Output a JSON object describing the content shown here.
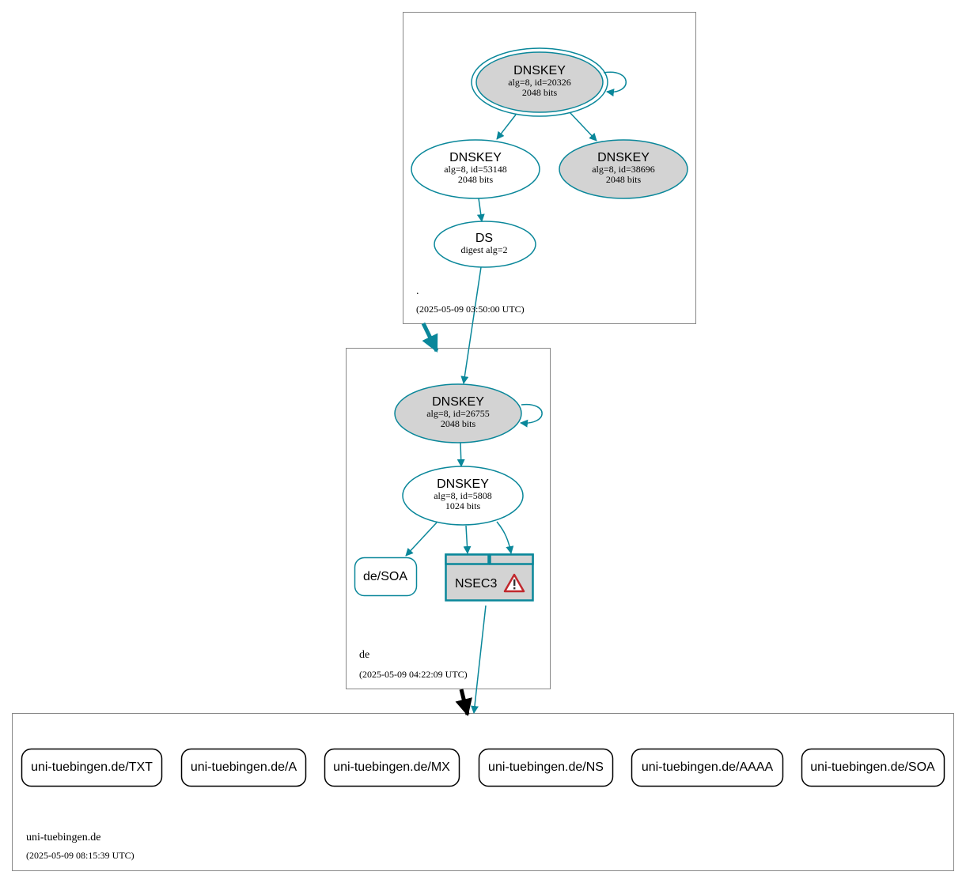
{
  "colors": {
    "edge": "#0a879a",
    "fill_gray": "#d3d3d3",
    "zone_border": "#888888",
    "black": "#000000",
    "warning_red": "#c0282d"
  },
  "zones": {
    "root": {
      "name": ".",
      "time": "(2025-05-09 03:50:00 UTC)"
    },
    "de": {
      "name": "de",
      "time": "(2025-05-09 04:22:09 UTC)"
    },
    "uni": {
      "name": "uni-tuebingen.de",
      "time": "(2025-05-09 08:15:39 UTC)"
    }
  },
  "nodes": {
    "root_ksk": {
      "title": "DNSKEY",
      "line1": "alg=8, id=20326",
      "line2": "2048 bits"
    },
    "root_zsk1": {
      "title": "DNSKEY",
      "line1": "alg=8, id=53148",
      "line2": "2048 bits"
    },
    "root_zsk2": {
      "title": "DNSKEY",
      "line1": "alg=8, id=38696",
      "line2": "2048 bits"
    },
    "root_ds": {
      "title": "DS",
      "line1": "digest alg=2"
    },
    "de_ksk": {
      "title": "DNSKEY",
      "line1": "alg=8, id=26755",
      "line2": "2048 bits"
    },
    "de_zsk": {
      "title": "DNSKEY",
      "line1": "alg=8, id=5808",
      "line2": "1024 bits"
    },
    "de_soa": {
      "label": "de/SOA"
    },
    "de_nsec3": {
      "label": "NSEC3",
      "icon": "warning-icon"
    }
  },
  "records": [
    "uni-tuebingen.de/TXT",
    "uni-tuebingen.de/A",
    "uni-tuebingen.de/MX",
    "uni-tuebingen.de/NS",
    "uni-tuebingen.de/AAAA",
    "uni-tuebingen.de/SOA"
  ]
}
